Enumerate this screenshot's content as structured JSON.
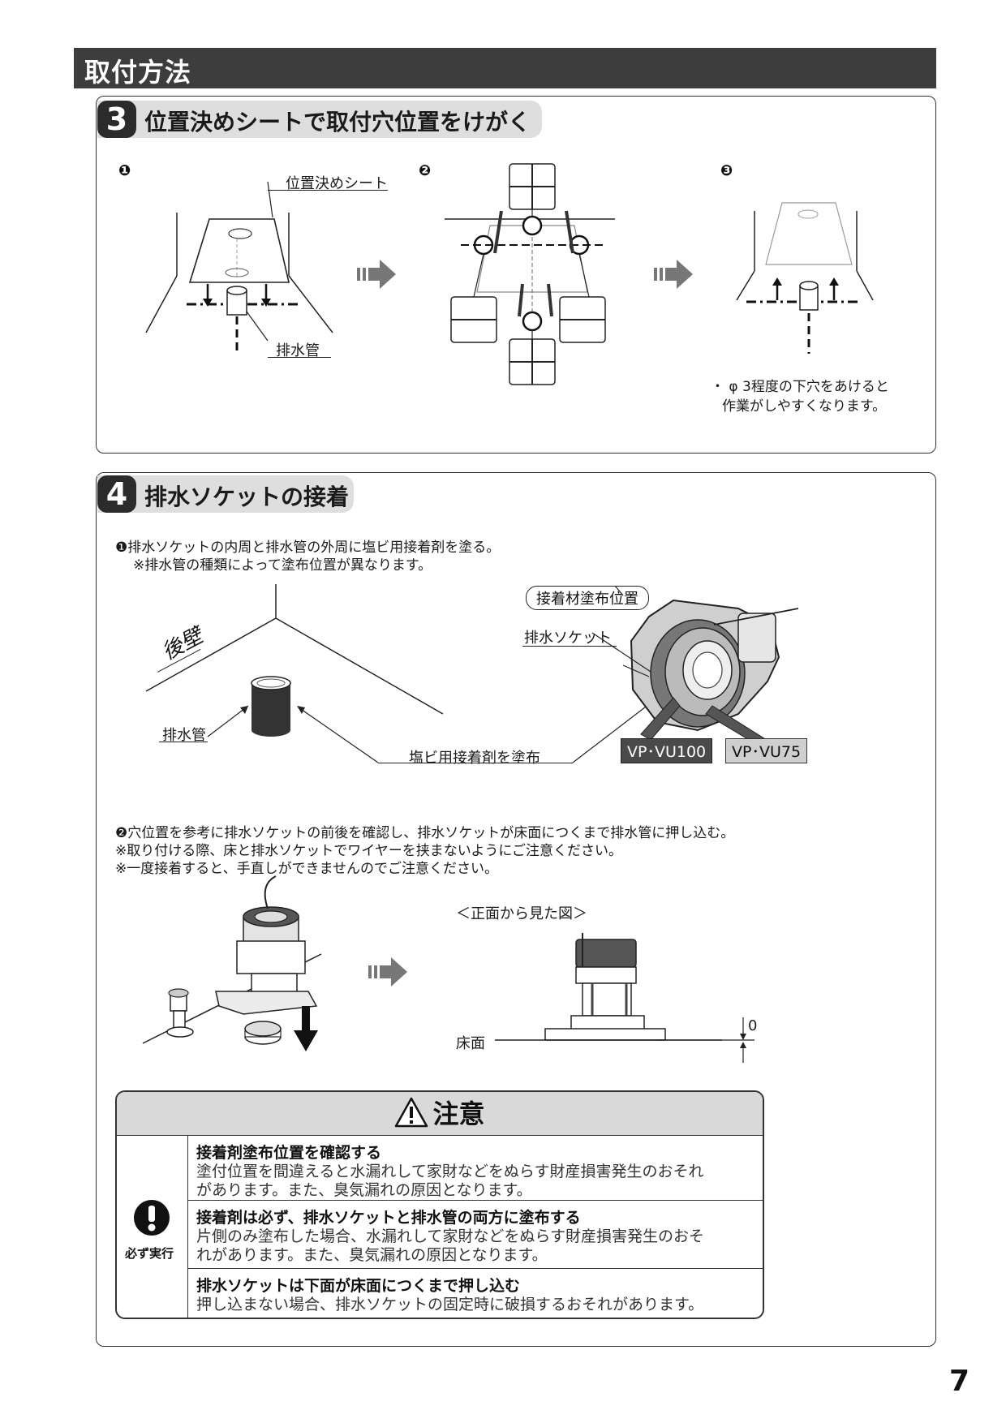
{
  "header": {
    "title": "取付方法"
  },
  "step3": {
    "number": "3",
    "title": "位置決めシートで取付穴位置をけがく",
    "sub1": "❶",
    "sub2": "❷",
    "sub3": "❸",
    "label_sheet": "位置決めシート",
    "label_pipe": "排水管",
    "note_line1": "・ φ 3程度の下穴をあけると",
    "note_line2": "作業がしやすくなります。"
  },
  "step4": {
    "number": "4",
    "title": "排水ソケットの接着",
    "instr1_line1": "❶排水ソケットの内周と排水管の外周に塩ビ用接着剤を塗る。",
    "instr1_line2": "※排水管の種類によって塗布位置が異なります。",
    "label_wall": "後壁",
    "label_pipe": "排水管",
    "label_apply": "塩ビ用接着剤を塗布",
    "label_position": "接着材塗布位置",
    "label_socket": "排水ソケット",
    "tag_vu100": "VP･VU100",
    "tag_vu75": "VP･VU75",
    "instr2_line1": "❷穴位置を参考に排水ソケットの前後を確認し、排水ソケットが床面につくまで排水管に押し込む。",
    "instr2_line2": "※取り付ける際、床と排水ソケットでワイヤーを挟まないようにご注意ください。",
    "instr2_line3": "※一度接着すると、手直しができませんのでご注意ください。",
    "front_view": "＜正面から見た図＞",
    "floor": "床面",
    "gap": "0"
  },
  "caution": {
    "title": "注意",
    "must_label": "必ず実行",
    "items": [
      {
        "title": "接着剤塗布位置を確認する",
        "body1": "塗付位置を間違えると水漏れして家財などをぬらす財産損害発生のおそれ",
        "body2": "があります。また、臭気漏れの原因となります。"
      },
      {
        "title": "接着剤は必ず、排水ソケットと排水管の両方に塗布する",
        "body1": "片側のみ塗布した場合、水漏れして家財などをぬらす財産損害発生のおそ",
        "body2": "れがあります。また、臭気漏れの原因となります。"
      },
      {
        "title": "排水ソケットは下面が床面につくまで押し込む",
        "body1": "押し込まない場合、排水ソケットの固定時に破損するおそれがあります。",
        "body2": ""
      }
    ]
  },
  "page_number": "7"
}
